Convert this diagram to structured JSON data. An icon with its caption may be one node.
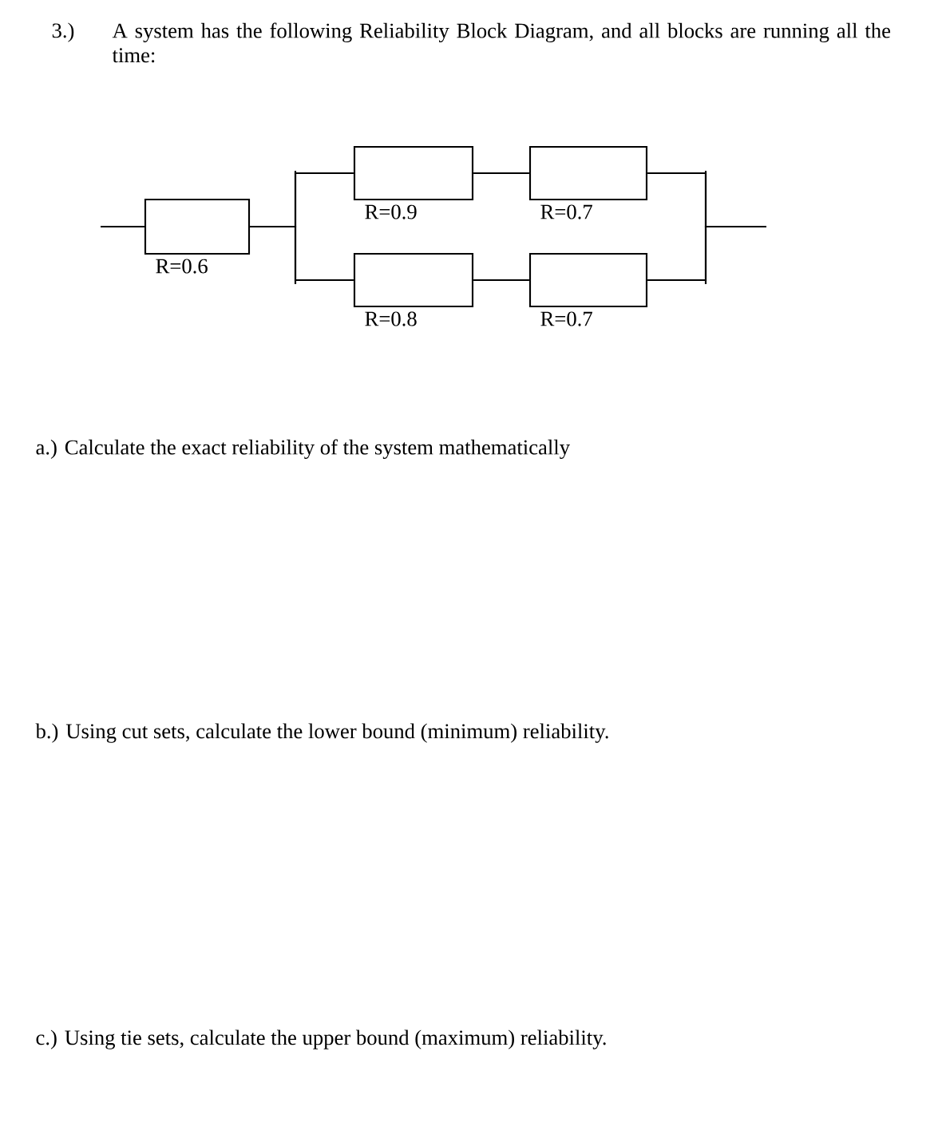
{
  "diagram": {
    "nodes": [
      {
        "text": [],
        "shape": "box",
        "beside": [
          "R=0.6"
        ]
      },
      {
        "text": [],
        "shape": "box",
        "beside": [
          "R=0.9"
        ]
      },
      {
        "text": [],
        "shape": "box",
        "beside": [
          "R=0.7"
        ]
      },
      {
        "text": [],
        "shape": "box",
        "beside": [
          "R=0.8"
        ]
      },
      {
        "text": [],
        "shape": "box",
        "beside": [
          "R=0.7"
        ]
      }
    ],
    "edges": [
      {
        "from": null,
        "to": 0,
        "arrow": "none"
      },
      {
        "from": 0,
        "to": 1,
        "arrow": "none"
      },
      {
        "from": 0,
        "to": 3,
        "arrow": "none"
      },
      {
        "from": 1,
        "to": 2,
        "arrow": "none"
      },
      {
        "from": 3,
        "to": 4,
        "arrow": "none"
      },
      {
        "from": 2,
        "to": null,
        "arrow": "none"
      },
      {
        "from": 4,
        "to": null,
        "arrow": "none"
      }
    ],
    "labels": [
      "3.)",
      "A system has the following Reliability Block Diagram, and all blocks are running all the time:",
      "a.) Calculate the exact reliability of the system mathematically",
      "b.) Using cut sets, calculate the lower bound (minimum) reliability.",
      "c.) Using tie sets, calculate the upper bound (maximum) reliability."
    ]
  }
}
